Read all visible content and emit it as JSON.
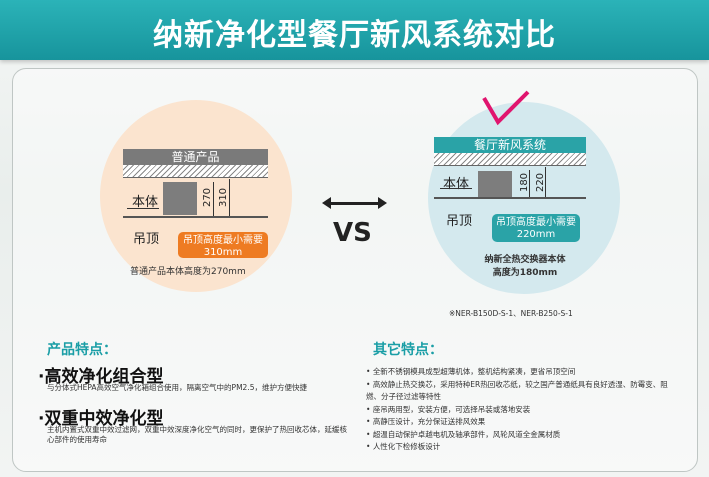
{
  "title": "纳新净化型餐厅新风系统对比",
  "left": {
    "bar_label": "普通产品",
    "body_label": "本体",
    "ceiling_label": "吊顶",
    "dim_body": "270",
    "dim_total": "310",
    "callout_line1": "吊顶高度最小需要",
    "callout_line2": "310mm",
    "caption": "普通产品本体高度为270mm",
    "color": "#ee7b22"
  },
  "vs": "VS",
  "right": {
    "bar_label": "餐厅新风系统",
    "body_label": "本体",
    "ceiling_label": "吊顶",
    "dim_body": "180",
    "dim_total": "220",
    "callout_line1": "吊顶高度最小需要",
    "callout_line2": "220mm",
    "caption_line1": "纳新全热交换器本体",
    "caption_line2": "高度为180mm",
    "models": "※NER-B150D-S-1、NER-B250-S-1",
    "color": "#2aa3a7",
    "check_color": "#e0156e"
  },
  "features": {
    "heading": "产品特点：",
    "items": [
      {
        "title": "·高效净化组合型",
        "desc": "与分体式HEPA高效空气净化箱组合使用，隔离空气中的PM2.5，维护方便快捷"
      },
      {
        "title": "·双重中效净化型",
        "desc": "主机内置式双重中效过滤网，双重中效深度净化空气的同时，更保护了热回收芯体，延缓核心部件的使用寿命"
      }
    ]
  },
  "others": {
    "heading": "其它特点：",
    "items": [
      "全新不锈钢模具成型超薄机体，整机结构紧凑，更省吊顶空间",
      "高效静止热交换芯，采用特种ER热回收芯纸，较之国产普通纸具有良好透湿、防霉变、阻燃、分子径过滤等特性",
      "座吊两用型，安装方便，可选择吊装或落地安装",
      "高静压设计，充分保证送排风效果",
      "超温自动保护卓越电机及轴承部件，风轮风道全金属材质",
      "人性化下检修板设计"
    ]
  }
}
